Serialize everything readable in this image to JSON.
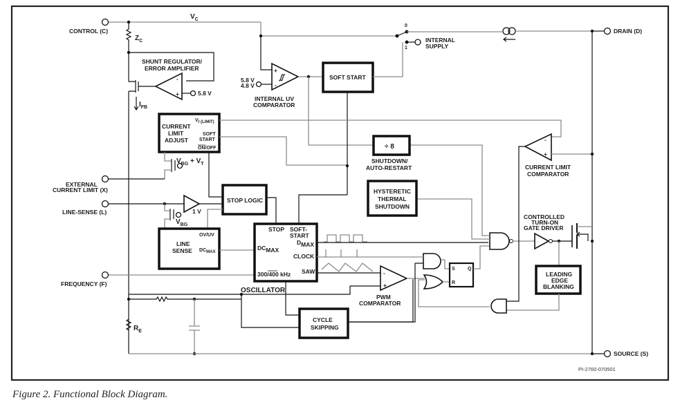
{
  "figure": {
    "caption": "Figure 2.  Functional Block Diagram.",
    "part_id": "PI-2760-070501"
  },
  "pins": {
    "control": "CONTROL (C)",
    "drain": "DRAIN (D)",
    "external_current_limit_1": "EXTERNAL",
    "external_current_limit_2": "CURRENT LIMIT (X)",
    "line_sense": "LINE-SENSE (L)",
    "frequency": "FREQUENCY (F)",
    "source": "SOURCE (S)",
    "internal_supply_1": "INTERNAL",
    "internal_supply_2": "SUPPLY"
  },
  "nets": {
    "vc": "V",
    "vc_sub": "C",
    "zc": "Z",
    "zc_sub": "C",
    "ifb": "I",
    "ifb_sub": "FB",
    "re": "R",
    "re_sub": "E",
    "vbg_vt": "V",
    "vbg_vt_sub": "BG",
    "vbg_vt_plus": " + V",
    "vbg_vt_sub2": "T",
    "vbg": "V",
    "vbg_sub": "BG",
    "ref_5v8": "5.8 V",
    "uv_hi": "5.8 V",
    "uv_lo": "4.8 V",
    "ref_1v": "1 V",
    "switch_0": "0",
    "switch_1": "1"
  },
  "blocks": {
    "shunt_regulator_1": "SHUNT REGULATOR/",
    "shunt_regulator_2": "ERROR AMPLIFIER",
    "internal_uv_1": "INTERNAL UV",
    "internal_uv_2": "COMPARATOR",
    "soft_start": "SOFT START",
    "current_limit_adjust_1": "CURRENT",
    "current_limit_adjust_2": "LIMIT",
    "current_limit_adjust_3": "ADJUST",
    "cla_vlimit": "V",
    "cla_vlimit_sub": "I (LIMIT)",
    "cla_soft_1": "SOFT",
    "cla_soft_2": "START",
    "cla_onoff": "ON/OFF",
    "divide_by_8": "÷ 8",
    "shutdown_1": "SHUTDOWN/",
    "shutdown_2": "AUTO-RESTART",
    "thermal_1": "HYSTERETIC",
    "thermal_2": "THERMAL",
    "thermal_3": "SHUTDOWN",
    "current_limit_comp_1": "CURRENT LIMIT",
    "current_limit_comp_2": "COMPARATOR",
    "stop_logic": "STOP LOGIC",
    "line_sense_1": "LINE",
    "line_sense_2": "SENSE",
    "ls_ovuv": "OV/UV",
    "ls_dcmax": "DC",
    "ls_dcmax_sub": "MAX",
    "osc_stop": "STOP",
    "osc_soft_1": "SOFT-",
    "osc_soft_2": "START",
    "osc_dcmax": "DC",
    "osc_dcmax_sub": "MAX",
    "osc_dmax": "D",
    "osc_dmax_sub": "MAX",
    "osc_clock": "CLOCK",
    "osc_saw": "SAW",
    "osc_freq": "300/400 kHz",
    "oscillator": "OSCILLATOR",
    "pwm_1": "PWM",
    "pwm_2": "COMPARATOR",
    "cycle_skip_1": "CYCLE",
    "cycle_skip_2": "SKIPPING",
    "gate_driver_1": "CONTROLLED",
    "gate_driver_2": "TURN-ON",
    "gate_driver_3": "GATE DRIVER",
    "leb_1": "LEADING",
    "leb_2": "EDGE",
    "leb_3": "BLANKING",
    "latch_s": "S",
    "latch_r": "R",
    "latch_q": "Q",
    "plus": "+",
    "minus": "-"
  }
}
